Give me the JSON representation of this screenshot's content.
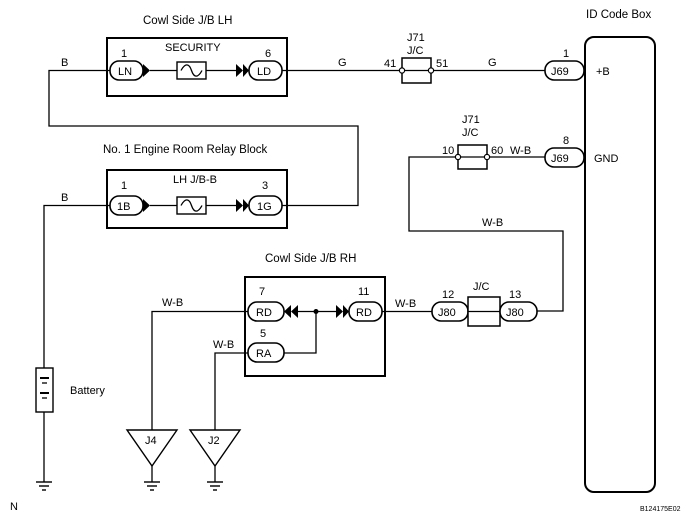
{
  "titles": {
    "cowl_lh": "Cowl Side J/B LH",
    "security": "SECURITY",
    "id_code_box": "ID Code Box",
    "engine_relay": "No. 1 Engine Room Relay Block",
    "lh_jbb": "LH J/B-B",
    "cowl_rh": "Cowl Side J/B RH",
    "battery": "Battery"
  },
  "junctions": {
    "j71_top_line1": "J71",
    "j71_top_line2": "J/C",
    "j71_mid_line1": "J71",
    "j71_mid_line2": "J/C",
    "jc_bottom": "J/C"
  },
  "connectors": {
    "ln": "LN",
    "ld": "LD",
    "b1b": "1B",
    "g1g": "1G",
    "rd_left": "RD",
    "rd_right": "RD",
    "ra": "RA",
    "j69_top": "J69",
    "j69_mid": "J69",
    "j80_left": "J80",
    "j80_right": "J80"
  },
  "pins": {
    "ln": "1",
    "ld": "6",
    "b1b": "1",
    "g1g": "3",
    "rd_left": "7",
    "rd_right": "11",
    "ra": "5",
    "j71_in": "41",
    "j71_out": "51",
    "j71b_in": "10",
    "j71b_out": "60",
    "j69_top": "1",
    "j69_mid": "8",
    "j80_left": "12",
    "j80_right": "13"
  },
  "wires": {
    "b_top": "B",
    "g_left": "G",
    "g_right": "G",
    "b_mid": "B",
    "wb_gnd": "W-B",
    "wb_long": "W-B",
    "wb_rd": "W-B",
    "wb_j4": "W-B",
    "wb_j2": "W-B"
  },
  "terminals": {
    "plus_b": "+B",
    "gnd": "GND"
  },
  "grounds": {
    "j4": "J4",
    "j2": "J2"
  },
  "footer": {
    "left": "N",
    "code": "B124175E02"
  }
}
